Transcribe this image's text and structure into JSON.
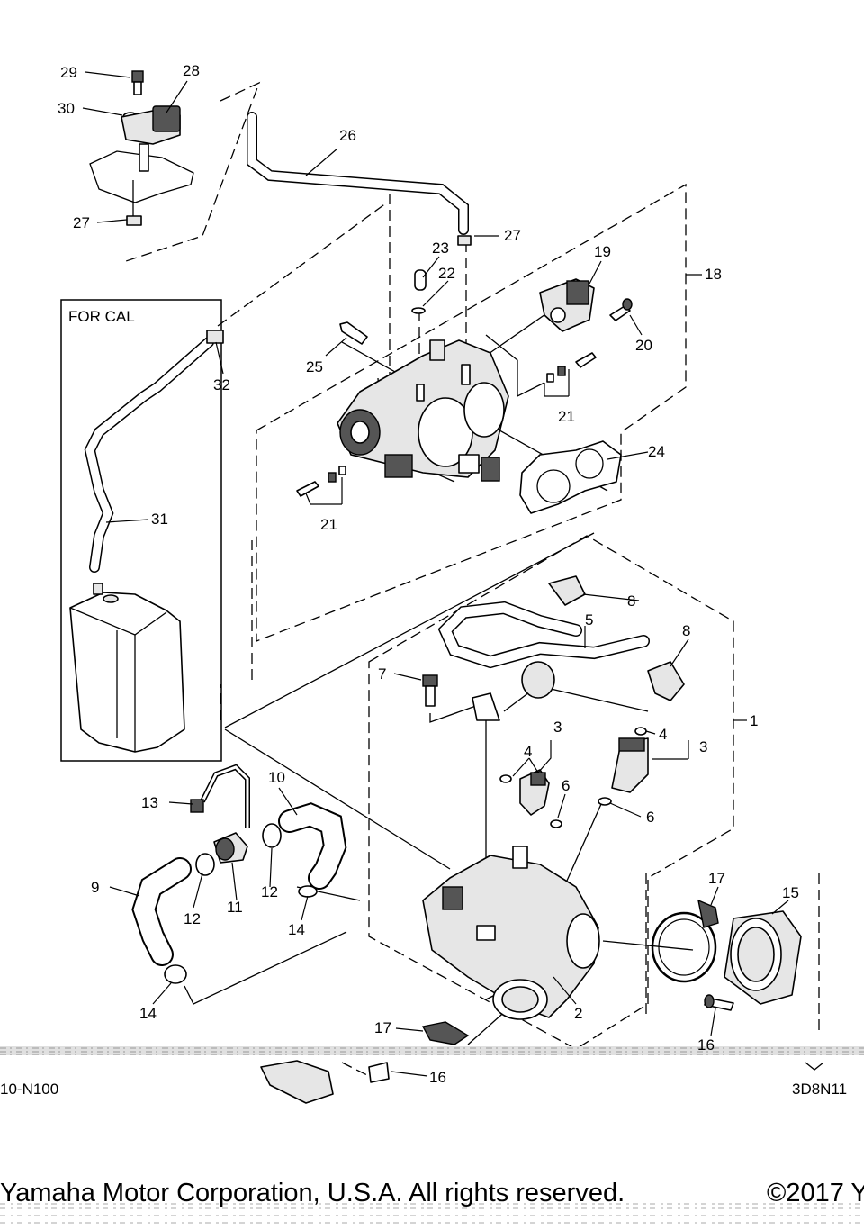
{
  "diagram": {
    "box_label": "FOR CAL",
    "callouts": [
      {
        "id": "c29",
        "text": "29"
      },
      {
        "id": "c28",
        "text": "28"
      },
      {
        "id": "c30",
        "text": "30"
      },
      {
        "id": "c26",
        "text": "26"
      },
      {
        "id": "c27a",
        "text": "27"
      },
      {
        "id": "c27b",
        "text": "27"
      },
      {
        "id": "c23",
        "text": "23"
      },
      {
        "id": "c19",
        "text": "19"
      },
      {
        "id": "c18",
        "text": "18"
      },
      {
        "id": "c22",
        "text": "22"
      },
      {
        "id": "c20",
        "text": "20"
      },
      {
        "id": "c25",
        "text": "25"
      },
      {
        "id": "c32",
        "text": "32"
      },
      {
        "id": "c21a",
        "text": "21"
      },
      {
        "id": "c24",
        "text": "24"
      },
      {
        "id": "c21b",
        "text": "21"
      },
      {
        "id": "c31",
        "text": "31"
      },
      {
        "id": "c8a",
        "text": "8"
      },
      {
        "id": "c5",
        "text": "5"
      },
      {
        "id": "c8b",
        "text": "8"
      },
      {
        "id": "c7",
        "text": "7"
      },
      {
        "id": "c1",
        "text": "1"
      },
      {
        "id": "c3a",
        "text": "3"
      },
      {
        "id": "c4a",
        "text": "4"
      },
      {
        "id": "c3b",
        "text": "3"
      },
      {
        "id": "c4b",
        "text": "4"
      },
      {
        "id": "c6a",
        "text": "6"
      },
      {
        "id": "c6b",
        "text": "6"
      },
      {
        "id": "c13",
        "text": "13"
      },
      {
        "id": "c10",
        "text": "10"
      },
      {
        "id": "c17a",
        "text": "17"
      },
      {
        "id": "c15",
        "text": "15"
      },
      {
        "id": "c9",
        "text": "9"
      },
      {
        "id": "c12a",
        "text": "12"
      },
      {
        "id": "c11",
        "text": "11"
      },
      {
        "id": "c12b",
        "text": "12"
      },
      {
        "id": "c14a",
        "text": "14"
      },
      {
        "id": "c14b",
        "text": "14"
      },
      {
        "id": "c2",
        "text": "2"
      },
      {
        "id": "c16a",
        "text": "16"
      },
      {
        "id": "c17b",
        "text": "17"
      },
      {
        "id": "c16b",
        "text": "16"
      }
    ],
    "codes": {
      "left": "10-N100",
      "right": "3D8N11"
    }
  },
  "footer": {
    "left": "Yamaha Motor Corporation, U.S.A. All rights reserved.",
    "right": "©2017 Y"
  }
}
